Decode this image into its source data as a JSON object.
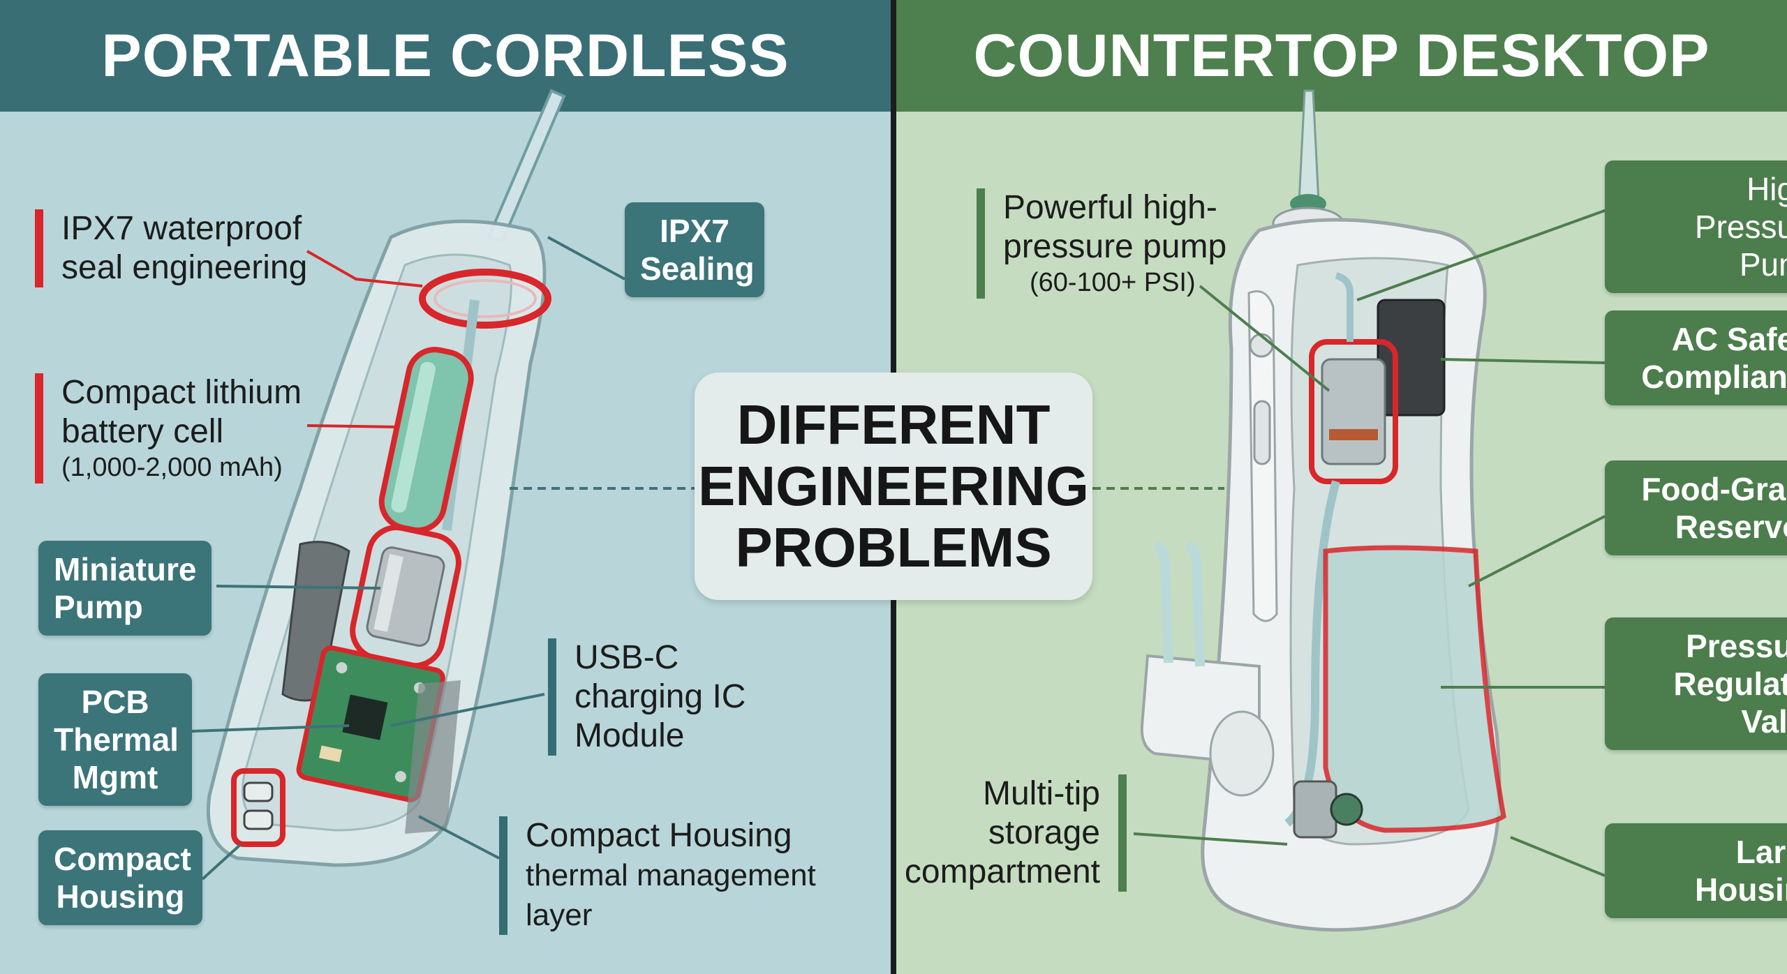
{
  "left": {
    "title": "PORTABLE CORDLESS",
    "labels": {
      "seal_line1": "IPX7 waterproof",
      "seal_line2": "seal engineering",
      "battery_line1": "Compact lithium",
      "battery_line2": "battery cell",
      "battery_sub": "(1,000-2,000 mAh)",
      "usbc_line1": "USB-C",
      "usbc_line2": "charging IC",
      "usbc_line3": "Module",
      "housing_line1": "Compact Housing",
      "housing_line2": "thermal management layer"
    },
    "boxes": {
      "sealing_line1": "IPX7",
      "sealing_line2": "Sealing",
      "pump_line1": "Miniature",
      "pump_line2": "Pump",
      "pcb_line1": "PCB",
      "pcb_line2": "Thermal",
      "pcb_line3": "Mgmt",
      "housing_line1": "Compact",
      "housing_line2": "Housing"
    }
  },
  "center": {
    "line1": "DIFFERENT",
    "line2": "ENGINEERING",
    "line3": "PROBLEMS"
  },
  "right": {
    "title": "COUNTERTOP DESKTOP",
    "labels": {
      "pump_line1": "Powerful high-",
      "pump_line2": "pressure pump",
      "pump_sub": "(60-100+ PSI)",
      "tip_line1": "Multi-tip",
      "tip_line2": "storage",
      "tip_line3": "compartment"
    },
    "boxes": {
      "hp_line1": "High-Pressure",
      "hp_line2": "Pump",
      "ac_line1": "AC Safety",
      "ac_line2": "Compliance",
      "food_line1": "Food-Grade",
      "food_line2": "Reservoir",
      "valve_line1": "Pressure",
      "valve_line2": "Regulator",
      "valve_line3": "Valve",
      "large_line1": "Large",
      "large_line2": "Housing"
    }
  },
  "colors": {
    "left_bg": "#b8d6d9",
    "left_banner": "#386e74",
    "right_bg": "#c5dcc0",
    "right_banner": "#4e7f4e",
    "highlight_red": "#d8262a",
    "divider": "#1c1c1c"
  }
}
